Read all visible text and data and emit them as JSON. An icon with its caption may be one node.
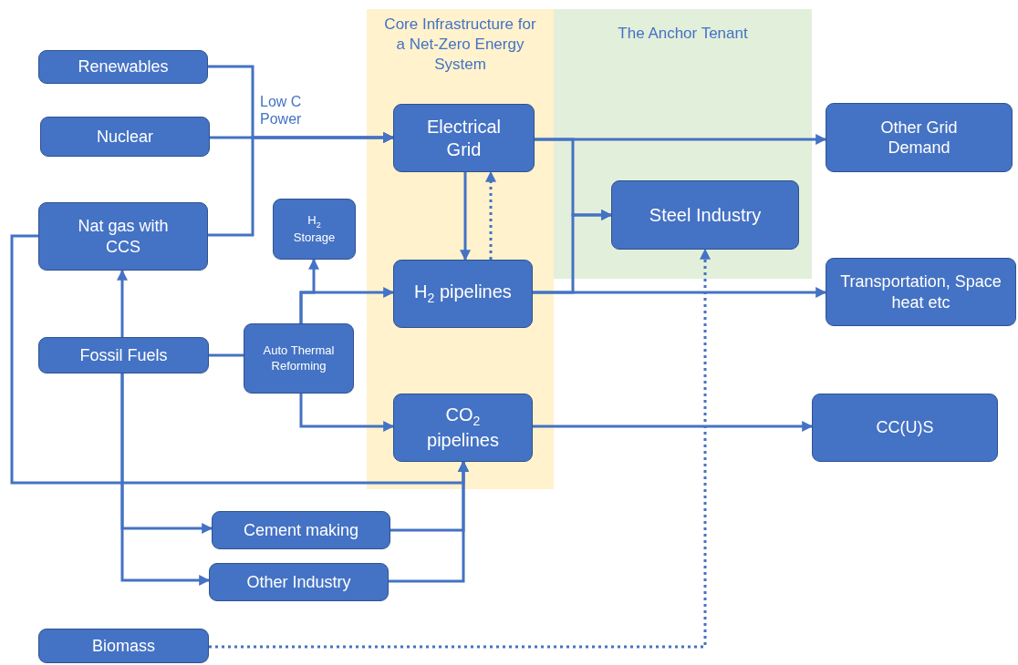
{
  "diagram": {
    "nodes": [
      {
        "text": [
          "Core Infrastructure for a Net-Zero Energy System"
        ]
      },
      {
        "text": [
          "The Anchor Tenant"
        ]
      },
      {
        "text": [
          "Renewables"
        ]
      },
      {
        "text": [
          "Nuclear"
        ]
      },
      {
        "text": [
          "Nat gas with CCS"
        ]
      },
      {
        "text": [
          "H$_{2}$ Storage"
        ]
      },
      {
        "text": [
          "Electrical Grid"
        ],
        "in": 0
      },
      {
        "text": [
          "H$_{2}$ pipelines"
        ],
        "in": 0
      },
      {
        "text": [
          "Steel Industry"
        ],
        "in": 1
      },
      {
        "text": [
          "Other Grid Demand"
        ]
      },
      {
        "text": [
          "Fossil Fuels"
        ]
      },
      {
        "text": [
          "Auto Thermal Reforming"
        ]
      },
      {
        "text": [
          "CO$_{2}$ pipelines"
        ],
        "in": 0
      },
      {
        "text": [
          "Transportation, Space heat etc"
        ]
      },
      {
        "text": [
          "CC(U)S"
        ]
      },
      {
        "text": [
          "Cement making"
        ]
      },
      {
        "text": [
          "Other Industry"
        ]
      },
      {
        "text": [
          "Biomass"
        ]
      }
    ],
    "edges": [
      {
        "from": 2,
        "to": 6,
        "arrow": "to"
      },
      {
        "from": 3,
        "to": 6,
        "arrow": "to",
        "label": "Low C Power"
      },
      {
        "from": 4,
        "to": 6,
        "arrow": "to"
      },
      {
        "from": 6,
        "to": 9,
        "arrow": "to"
      },
      {
        "from": 6,
        "to": 8,
        "arrow": "to"
      },
      {
        "from": 7,
        "to": 8,
        "arrow": "to"
      },
      {
        "from": 7,
        "to": 13,
        "arrow": "to"
      },
      {
        "from": 6,
        "to": 7,
        "arrow": "to"
      },
      {
        "from": 7,
        "to": 6,
        "arrow": "to",
        "style": "dashed"
      },
      {
        "from": 10,
        "to": 4,
        "arrow": "to"
      },
      {
        "from": 10,
        "to": 11,
        "arrow": "none"
      },
      {
        "from": 11,
        "to": 5,
        "arrow": "to"
      },
      {
        "from": 11,
        "to": 7,
        "arrow": "to"
      },
      {
        "from": 11,
        "to": 12,
        "arrow": "to"
      },
      {
        "from": 4,
        "to": 12,
        "arrow": "to"
      },
      {
        "from": 10,
        "to": 15,
        "arrow": "to"
      },
      {
        "from": 10,
        "to": 16,
        "arrow": "to"
      },
      {
        "from": 15,
        "to": 12,
        "arrow": "to"
      },
      {
        "from": 16,
        "to": 12,
        "arrow": "to"
      },
      {
        "from": 12,
        "to": 14,
        "arrow": "to"
      },
      {
        "from": 17,
        "to": 8,
        "arrow": "to",
        "style": "dashed"
      }
    ]
  }
}
